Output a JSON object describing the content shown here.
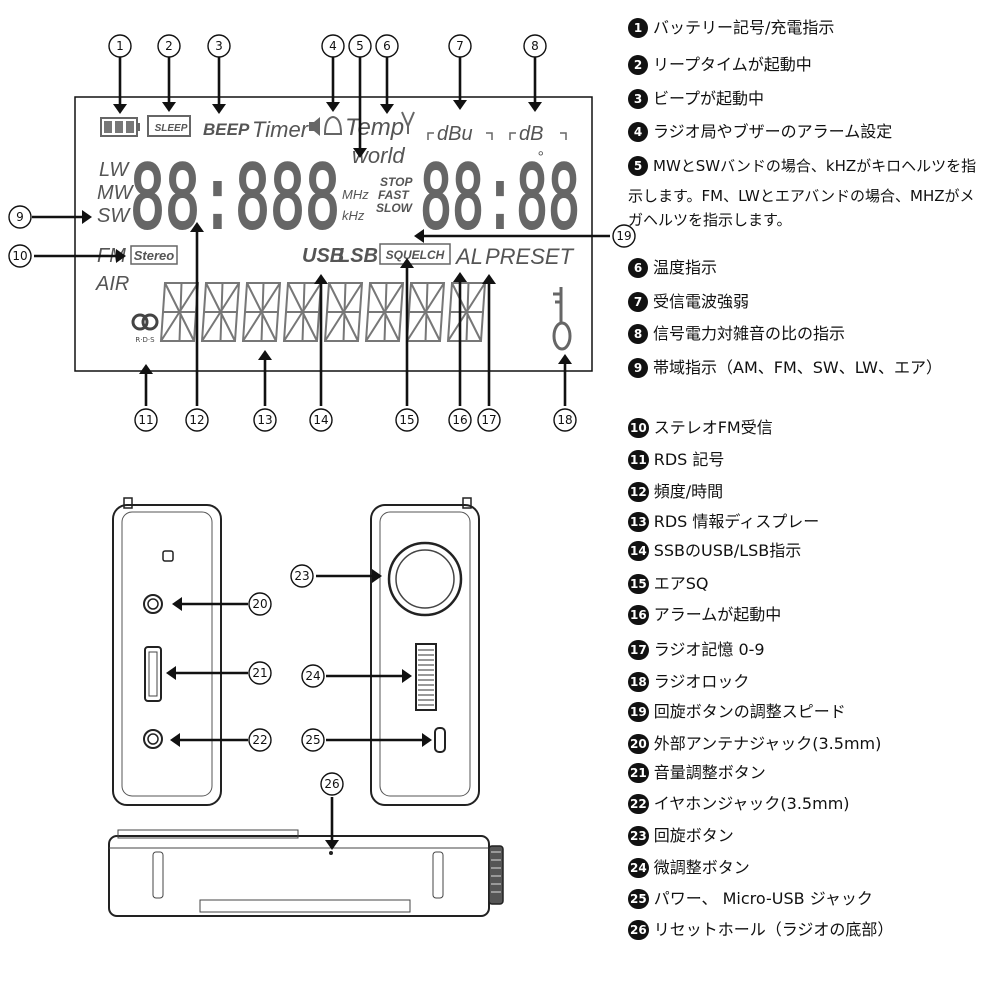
{
  "colors": {
    "ink": "#111111",
    "lcd_gray": "#5a5a5a",
    "badge_bg": "#111111"
  },
  "lcd": {
    "sleep": "SLEEP",
    "beep": "BEEP",
    "timer": "Timer",
    "temp": "Temp",
    "world": "world",
    "dbu": "dBu",
    "db": "dB",
    "band_lw": "LW",
    "band_mw": "MW",
    "band_sw": "SW",
    "band_fm": "FM",
    "band_air": "AIR",
    "freq_digits": "88:888",
    "clock_digits": "88:88",
    "mhz": "MHz",
    "khz": "kHz",
    "stop": "STOP",
    "fast": "FAST",
    "slow": "SLOW",
    "stereo": "Stereo",
    "usb": "USB",
    "lsb": "LSB",
    "squelch": "SQUELCH",
    "al": "AL",
    "preset": "PRESET",
    "rds_label": "R·D·S",
    "degree": "°"
  },
  "callouts": [
    "1",
    "2",
    "3",
    "4",
    "5",
    "6",
    "7",
    "8",
    "9",
    "10",
    "11",
    "12",
    "13",
    "14",
    "15",
    "16",
    "17",
    "18",
    "19",
    "20",
    "21",
    "22",
    "23",
    "24",
    "25",
    "26"
  ],
  "legend": [
    {
      "num": "1",
      "text": "バッテリー記号/充電指示"
    },
    {
      "num": "2",
      "text": "リープタイムが起動中"
    },
    {
      "num": "3",
      "text": "ビープが起動中"
    },
    {
      "num": "4",
      "text": "ラジオ局やブザーのアラーム設定"
    },
    {
      "num": "5",
      "text": "MWとSWバンドの場合、kHZがキロヘルツを指"
    },
    {
      "num": "6",
      "text": "温度指示"
    },
    {
      "num": "7",
      "text": "受信電波強弱"
    },
    {
      "num": "8",
      "text": "信号電力対雑音の比の指示"
    },
    {
      "num": "9",
      "text": "帯域指示（AM、FM、SW、LW、エア）"
    },
    {
      "num": "10",
      "text": "ステレオFM受信"
    },
    {
      "num": "11",
      "text": "RDS 記号"
    },
    {
      "num": "12",
      "text": "頻度/時間"
    },
    {
      "num": "13",
      "text": "RDS 情報ディスプレー"
    },
    {
      "num": "14",
      "text": "SSBのUSB/LSB指示"
    },
    {
      "num": "15",
      "text": "エアSQ"
    },
    {
      "num": "16",
      "text": "アラームが起動中"
    },
    {
      "num": "17",
      "text": "ラジオ記憶 0-9"
    },
    {
      "num": "18",
      "text": "ラジオロック"
    },
    {
      "num": "19",
      "text": "回旋ボタンの調整スピード"
    },
    {
      "num": "20",
      "text": "外部アンテナジャック(3.5mm)"
    },
    {
      "num": "21",
      "text": "音量調整ボタン"
    },
    {
      "num": "22",
      "text": "イヤホンジャック(3.5mm)"
    },
    {
      "num": "23",
      "text": "回旋ボタン"
    },
    {
      "num": "24",
      "text": "微調整ボタン"
    },
    {
      "num": "25",
      "text": "パワー、 Micro-USB ジャック"
    },
    {
      "num": "26",
      "text": "リセットホール（ラジオの底部）"
    }
  ],
  "legend_item5_cont": [
    "示します。FM、LWとエアバンドの場合、MHZがメ",
    "ガヘルツを指示します。"
  ]
}
